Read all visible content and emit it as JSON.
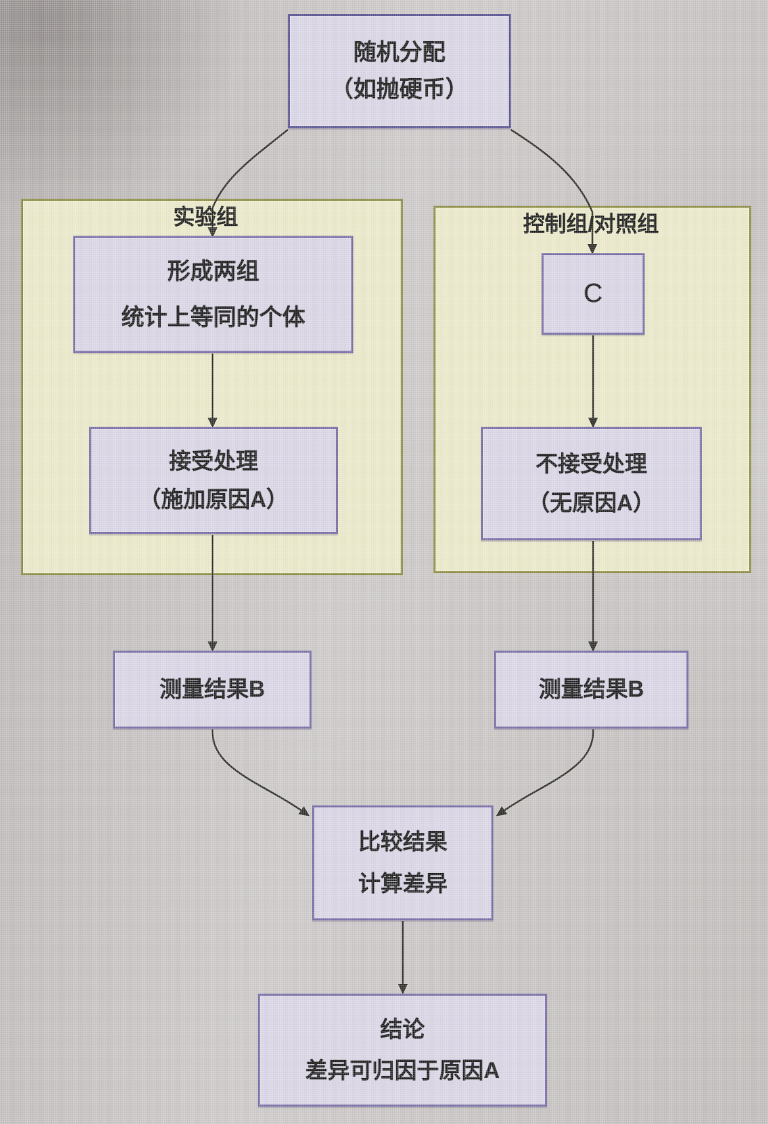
{
  "diagram": {
    "nodes": {
      "random_assignment": {
        "line1": "随机分配",
        "line2": "（如抛硬币）"
      },
      "form_groups": {
        "line1": "形成两组",
        "line2": "统计上等同的个体"
      },
      "control_c": {
        "label": "C"
      },
      "receive_treatment": {
        "line1": "接受处理",
        "line2": "（施加原因A）"
      },
      "no_treatment": {
        "line1": "不接受处理",
        "line2": "（无原因A）"
      },
      "measure_left": {
        "label": "测量结果B"
      },
      "measure_right": {
        "label": "测量结果B"
      },
      "compare": {
        "line1": "比较结果",
        "line2": "计算差异"
      },
      "conclusion": {
        "line1": "结论",
        "line2": "差异可归因于原因A"
      }
    },
    "groups": {
      "experimental": {
        "label": "实验组"
      },
      "control": {
        "label": "控制组/对照组"
      }
    },
    "colors": {
      "node_fill": "#dbd7e7",
      "node_border": "#7a70a8",
      "top_node_border": "#5c5795",
      "group_fill": "#ecebca",
      "group_border": "#8f9046",
      "arrow": "#33332c",
      "background": "#c9c5c4",
      "text": "#1e1e1e"
    }
  }
}
